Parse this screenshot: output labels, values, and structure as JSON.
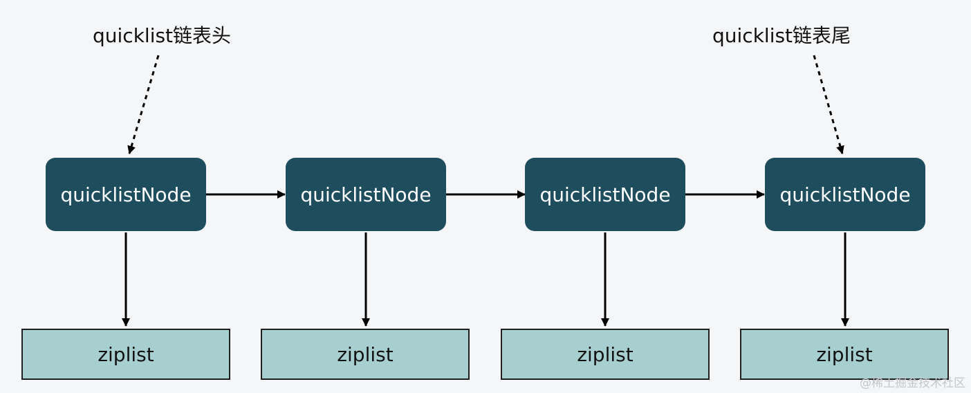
{
  "labels": {
    "head": "quicklist链表头",
    "tail": "quicklist链表尾"
  },
  "nodes": [
    {
      "label": "quicklistNode"
    },
    {
      "label": "quicklistNode"
    },
    {
      "label": "quicklistNode"
    },
    {
      "label": "quicklistNode"
    }
  ],
  "ziplists": [
    {
      "label": "ziplist"
    },
    {
      "label": "ziplist"
    },
    {
      "label": "ziplist"
    },
    {
      "label": "ziplist"
    }
  ],
  "watermark": "@稀土掘金技术社区",
  "colors": {
    "background": "#f5f6f8",
    "node_fill": "#1e4e5e",
    "node_text": "#ffffff",
    "ziplist_fill": "#a8cfd0",
    "ziplist_border": "#1f1f1f",
    "arrow": "#000000"
  }
}
